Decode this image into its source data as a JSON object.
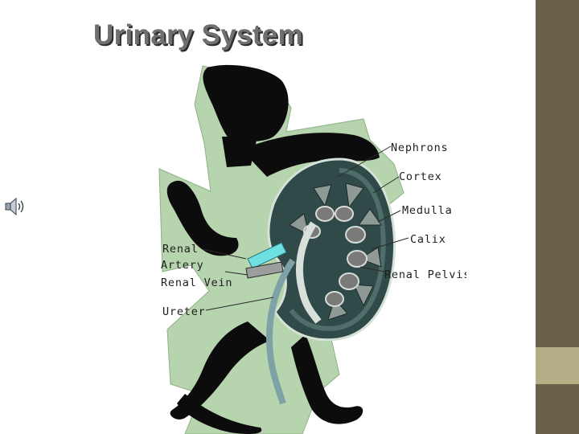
{
  "slide": {
    "title": "Urinary System"
  },
  "theme": {
    "sidebar_dark": "#6b6048",
    "sidebar_light": "#b4ad86",
    "title_color": "#6f6f6f",
    "paper_green": "#b6d4ad",
    "kidney_dark": "#2f4a48",
    "artery_cyan": "#6ee0e2"
  },
  "icons": {
    "speaker": "speaker-icon"
  },
  "diagram": {
    "labels": {
      "nephrons": "Nephrons",
      "cortex": "Cortex",
      "medulla": "Medulla",
      "calix": "Calix",
      "renal_pelvis": "Renal Pelvis",
      "renal": "Renal",
      "artery": "Artery",
      "renal_vein": "Renal Vein",
      "ureter": "Ureter"
    }
  }
}
